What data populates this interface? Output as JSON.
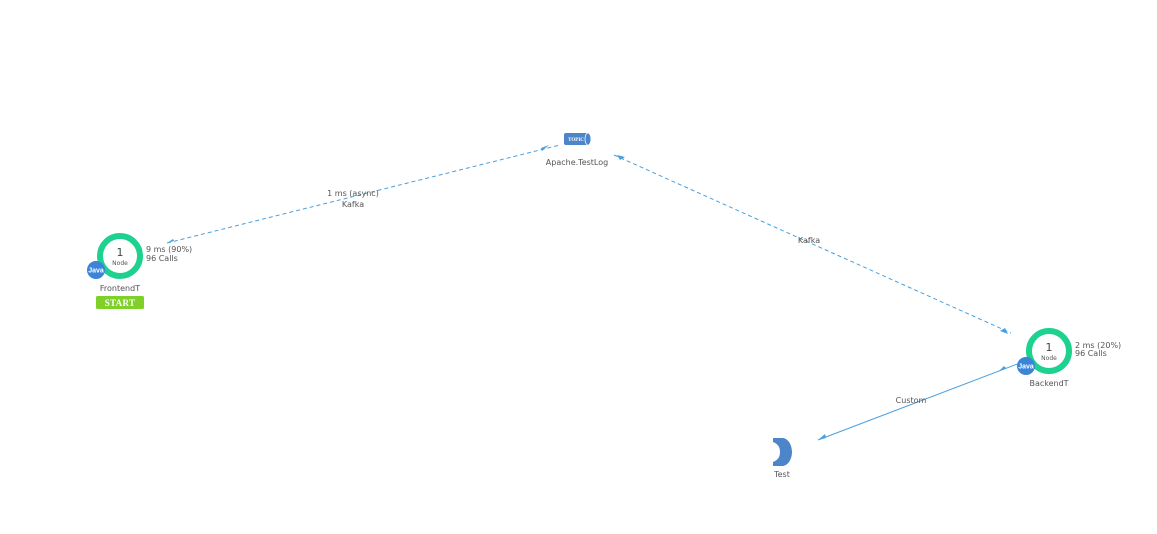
{
  "colors": {
    "edge": "#4a9fdc",
    "ring_ok": "#1dd18e",
    "java_badge": "#3b84d8",
    "topic": "#4d86c8",
    "start_badge": "#7fd12a",
    "label_text": "#555555"
  },
  "nodes": {
    "frontend": {
      "name": "FrontendT",
      "count": "1",
      "unit": "Node",
      "language": "Java",
      "metric_time": "9 ms (90%)",
      "metric_calls": "96 Calls",
      "badge": "START"
    },
    "topic": {
      "name": "Apache.TestLog",
      "icon_text": "TOPIC"
    },
    "backend": {
      "name": "BackendT",
      "count": "1",
      "unit": "Node",
      "language": "Java",
      "metric_time": "2 ms (20%)",
      "metric_calls": "96 Calls"
    },
    "test": {
      "name": "Test",
      "icon": "remote-service-icon"
    }
  },
  "edges": {
    "frontend_to_topic": {
      "time": "1 ms (async)",
      "type": "Kafka"
    },
    "topic_to_backend": {
      "type": "Kafka"
    },
    "backend_to_test": {
      "type": "Custom"
    }
  }
}
